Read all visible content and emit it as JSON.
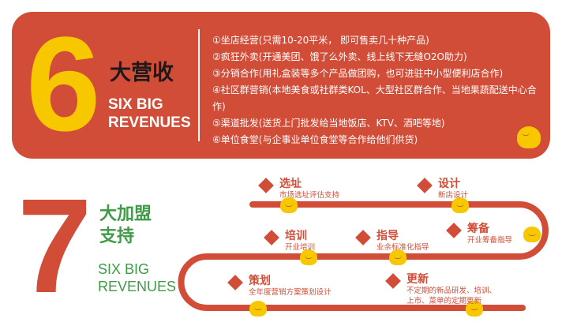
{
  "revenue": {
    "number": "6",
    "title": "大营收",
    "en_line1": "SIX BIG",
    "en_line2": "REVENUES",
    "items": [
      "①坐店经营(只需10-20平米， 即可售卖几十种产品)",
      "②疯狂外卖(开通美团、饿了么外卖、线上线下无缝O2O助力)",
      "③分销合作(用礼盒装等多个产品做团购，也可进驻中小型便利店合作)",
      "④社区群营销(本地美食或社群类KOL、大型社区群合作、当地果蔬配送中心合作)",
      "⑤渠道批发(送货上门批发给当地饭店、KTV、酒吧等地)",
      "⑥单位食堂(与企事业单位食堂等合作给他们供货)"
    ]
  },
  "franchise": {
    "number": "7",
    "title_line1": "大加盟",
    "title_line2": "支持",
    "en_line1": "SIX BIG",
    "en_line2": "REVENUES",
    "steps": [
      {
        "title": "选址",
        "desc": "市场选址评估支持"
      },
      {
        "title": "设计",
        "desc": "新店设计"
      },
      {
        "title": "筹备",
        "desc": "开业筹备指导"
      },
      {
        "title": "培训",
        "desc": "开业培训"
      },
      {
        "title": "指导",
        "desc": "业余标准化指导"
      },
      {
        "title": "策划",
        "desc": "全年度营销方案策划设计"
      },
      {
        "title": "更新",
        "desc": "不定期的新品研发、培训、上市、菜单的定期更新"
      }
    ]
  },
  "colors": {
    "red": "#d14d38",
    "yellow": "#f7c800",
    "green": "#3e9b46"
  }
}
